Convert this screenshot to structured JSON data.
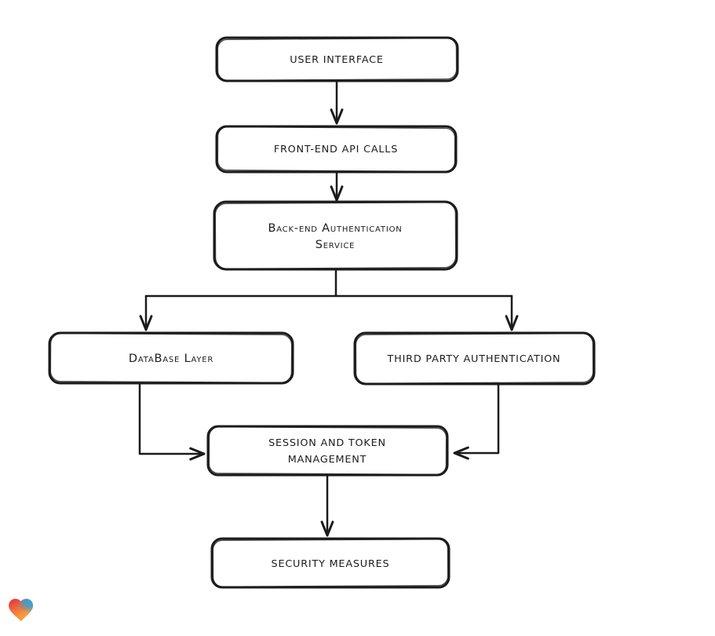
{
  "page": {
    "background": "#ffffff"
  },
  "diagram": {
    "stroke_color": "#1b1b1b",
    "text_color": "#1b1b1b",
    "node_fill": "#ffffff",
    "nodes": [
      {
        "id": "user-interface",
        "lines": [
          "USER INTERFACE"
        ]
      },
      {
        "id": "front-end-api-calls",
        "lines": [
          "FRONT-END API CALLS"
        ]
      },
      {
        "id": "back-end-authentication-service",
        "lines": [
          "Back-end Authentication",
          "Service"
        ]
      },
      {
        "id": "database-layer",
        "lines": [
          "DataBase Layer"
        ]
      },
      {
        "id": "third-party-authentication",
        "lines": [
          "THIRD PARTY AUTHENTICATION"
        ]
      },
      {
        "id": "session-and-token-management",
        "lines": [
          "SESSION AND TOKEN",
          "MANAGEMENT"
        ]
      },
      {
        "id": "security-measures",
        "lines": [
          "SECURITY MEASURES"
        ]
      }
    ],
    "edges": [
      {
        "from": "user-interface",
        "to": "front-end-api-calls"
      },
      {
        "from": "front-end-api-calls",
        "to": "back-end-authentication-service"
      },
      {
        "from": "back-end-authentication-service",
        "to": "database-layer"
      },
      {
        "from": "back-end-authentication-service",
        "to": "third-party-authentication"
      },
      {
        "from": "database-layer",
        "to": "session-and-token-management"
      },
      {
        "from": "third-party-authentication",
        "to": "session-and-token-management"
      },
      {
        "from": "session-and-token-management",
        "to": "security-measures"
      }
    ]
  },
  "logo": {
    "name": "heart-logo",
    "colors": {
      "red": "#e4333f",
      "orange": "#f59b3c",
      "blue": "#2ba6e0"
    }
  }
}
